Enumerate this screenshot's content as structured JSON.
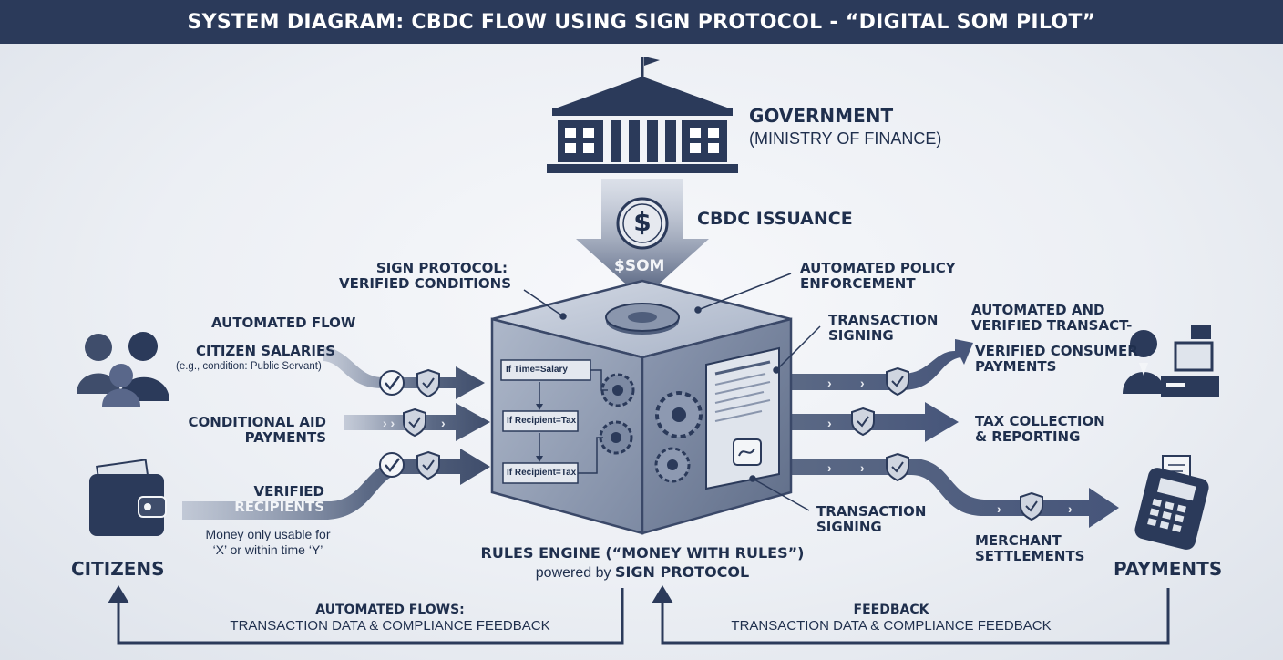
{
  "title": "SYSTEM DIAGRAM: CBDC FLOW USING SIGN PROTOCOL - “DIGITAL SOM PILOT”",
  "government": {
    "name": "GOVERNMENT",
    "subtitle": "(MINISTRY OF FINANCE)"
  },
  "issuance": {
    "label": "CBDC ISSUANCE",
    "coin_symbol": "$",
    "currency": "$SOM"
  },
  "engine": {
    "sign_protocol": [
      "SIGN PROTOCOL:",
      "VERIFIED CONDITIONS"
    ],
    "policy": [
      "AUTOMATED POLICY",
      "ENFORCEMENT"
    ],
    "signing_top": [
      "TRANSACTION",
      "SIGNING"
    ],
    "signing_bottom": [
      "TRANSACTION",
      "SIGNING"
    ],
    "rules": [
      "If Time=Salary",
      "If Recipient=Tax",
      "If Recipient=Tax"
    ],
    "caption_main": "RULES ENGINE (“MONEY WITH RULES”)",
    "caption_prefix": "powered by",
    "caption_bold": "SIGN PROTOCOL"
  },
  "left": {
    "automated_flow": "AUTOMATED FLOW",
    "salaries": "CITIZEN SALARIES",
    "salaries_note": "(e.g., condition: Public Servant)",
    "aid": [
      "CONDITIONAL AID",
      "PAYMENTS"
    ],
    "verified": [
      "VERIFIED",
      "RECIPIENTS"
    ],
    "money_note": [
      "Money only usable for",
      "‘X’ or within time ‘Y’"
    ],
    "citizens": "CITIZENS"
  },
  "right": {
    "automated_verified": [
      "AUTOMATED AND",
      "VERIFIED TRANSACT-"
    ],
    "consumer": [
      "VERIFIED CONSUMER",
      "PAYMENTS"
    ],
    "tax": [
      "TAX COLLECTION",
      "& REPORTING"
    ],
    "merchant": [
      "MERCHANT",
      "SETTLEMENTS"
    ],
    "payments": "PAYMENTS"
  },
  "bottom": {
    "left_title": "AUTOMATED FLOWS:",
    "left_sub": "TRANSACTION DATA & COMPLIANCE FEEDBACK",
    "right_title": "FEEDBACK",
    "right_sub": "TRANSACTION DATA & COMPLIANCE FEEDBACK"
  },
  "colors": {
    "navy": "#2b3a5a",
    "arrow": "#4f5e7c",
    "ink": "#1f2f4d",
    "bg": "#eceff4"
  }
}
